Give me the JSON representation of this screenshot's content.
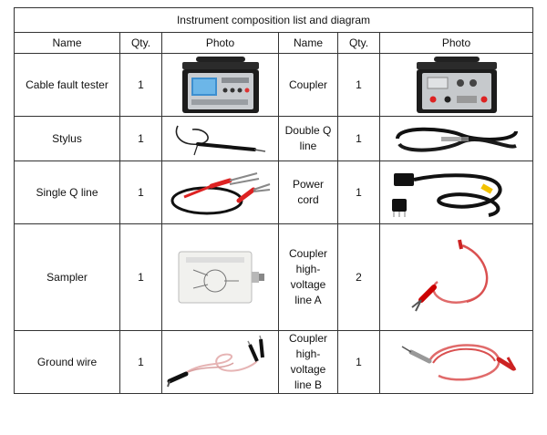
{
  "title": "Instrument composition list and diagram",
  "headers": [
    "Name",
    "Qty.",
    "Photo",
    "Name",
    "Qty.",
    "Photo"
  ],
  "rows": [
    {
      "left_name": "Cable fault tester",
      "left_qty": "1",
      "left_photo": "cable-fault-tester-photo",
      "right_name": "Coupler",
      "right_qty": "1",
      "right_photo": "coupler-photo"
    },
    {
      "left_name": "Stylus",
      "left_qty": "1",
      "left_photo": "stylus-photo",
      "right_name": "Double Q line",
      "right_qty": "1",
      "right_photo": "double-q-line-photo"
    },
    {
      "left_name": "Single Q line",
      "left_qty": "1",
      "left_photo": "single-q-line-photo",
      "right_name": "Power cord",
      "right_qty": "1",
      "right_photo": "power-cord-photo"
    },
    {
      "left_name": "Sampler",
      "left_qty": "1",
      "left_photo": "sampler-photo",
      "right_name": "Coupler high-voltage line A",
      "right_qty": "2",
      "right_photo": "hv-line-a-photo"
    },
    {
      "left_name": "Ground wire",
      "left_qty": "1",
      "left_photo": "ground-wire-photo",
      "right_name": "Coupler high-voltage line B",
      "right_qty": "1",
      "right_photo": "hv-line-b-photo"
    }
  ]
}
